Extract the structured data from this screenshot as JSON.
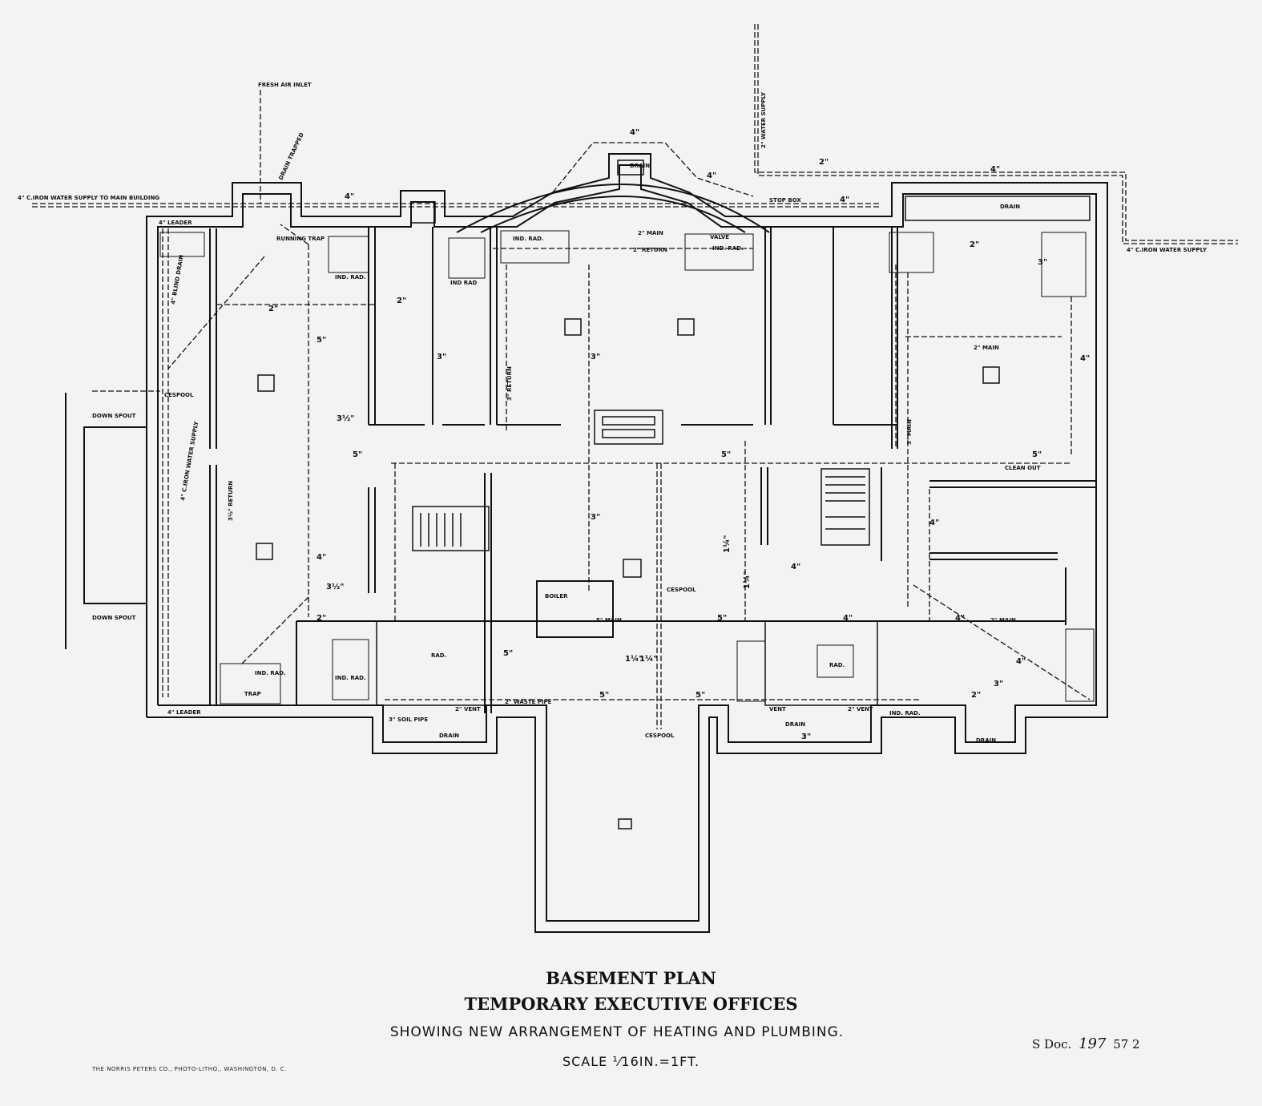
{
  "labels": {
    "fresh_air_inlet": "FRESH AIR INLET",
    "drain_trapped": "DRAIN TRAPPED",
    "water_supply_main": "4\" C.IRON WATER SUPPLY TO MAIN BUILDING",
    "water_supply_right": "4\" C.IRON WATER SUPPLY",
    "water_supply_vertical": "2\" WATER SUPPLY",
    "water_supply_left_vertical": "4\" C.IRON WATER SUPPLY",
    "leader": "4\" LEADER",
    "running_trap": "RUNNING TRAP",
    "ind_rad": "IND. RAD.",
    "ind_rad_short": "IND RAD",
    "drain": "DRAIN",
    "stop_box": "STOP BOX",
    "valve": "VALVE",
    "main_2": "2\" MAIN",
    "return_2": "2\" RETURN",
    "return_3": "3\" RETURN",
    "return_3_half": "3½\" RETURN",
    "main_3": "3\" MAIN",
    "main_5": "5\" MAIN",
    "cesspool": "CESPOOL",
    "down_spout": "DOWN SPOUT",
    "clean_out": "CLEAN OUT",
    "boiler": "BOILER",
    "waste_pipe": "2\" WASTE PIPE",
    "soil_pipe": "3\" SOIL PIPE",
    "vent_2": "2\" VENT",
    "vent": "VENT",
    "rad": "RAD.",
    "blind_drain": "4\" BLIND DRAIN",
    "leader_bottom": "4\" LEADER",
    "trap": "TRAP",
    "sizes": [
      "2\"",
      "3\"",
      "4\"",
      "5\"",
      "1¼\"",
      "3½\""
    ]
  },
  "title": {
    "line1": "BASEMENT PLAN",
    "line2": "TEMPORARY EXECUTIVE OFFICES",
    "line3": "SHOWING NEW ARRANGEMENT OF HEATING AND PLUMBING.",
    "line4": "SCALE ¹⁄16IN.=1FT."
  },
  "document_ref": {
    "prefix": "S Doc.",
    "number": "197",
    "suffix": "57  2"
  },
  "printer": "THE NORRIS PETERS CO., PHOTO-LITHO., WASHINGTON, D. C."
}
